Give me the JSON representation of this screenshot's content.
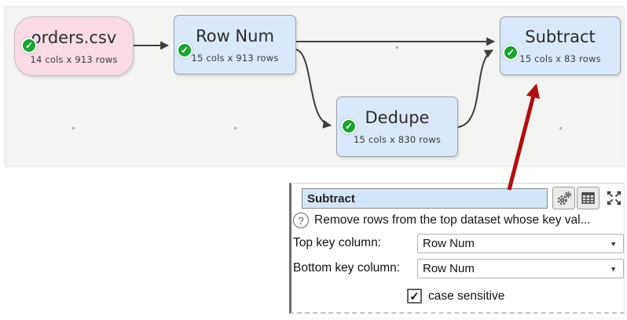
{
  "icons": {
    "check": "✓",
    "checkbox_check": "✓",
    "dropdown_arrow": "▼",
    "help": "?"
  },
  "canvas": {
    "nodes": [
      {
        "title": "orders.csv",
        "subtitle": "14 cols x 913 rows",
        "kind": "input"
      },
      {
        "title": "Row Num",
        "subtitle": "15 cols x 913 rows",
        "kind": "transform"
      },
      {
        "title": "Dedupe",
        "subtitle": "15 cols x 830 rows",
        "kind": "transform"
      },
      {
        "title": "Subtract",
        "subtitle": "15 cols x 83 rows",
        "kind": "transform"
      }
    ]
  },
  "panel": {
    "name_field": {
      "value": "Subtract"
    },
    "toolbar": [
      {
        "name": "settings-gear"
      },
      {
        "name": "show-table"
      },
      {
        "name": "maximize"
      }
    ],
    "help_text": "Remove rows from the top dataset whose key val...",
    "fields": [
      {
        "label": "Top key column:",
        "value": "Row Num"
      },
      {
        "label": "Bottom key column:",
        "value": "Row Num"
      }
    ],
    "checkbox": {
      "label": "case sensitive",
      "checked": true
    }
  },
  "colors": {
    "input_node_bg": "#fbdce6",
    "transform_node_bg": "#d9e9fa",
    "status_green": "#17a52e",
    "edge": "#3d3d3d",
    "annotation_arrow": "#b30d0d",
    "name_field_bg": "#d3e6f8"
  }
}
